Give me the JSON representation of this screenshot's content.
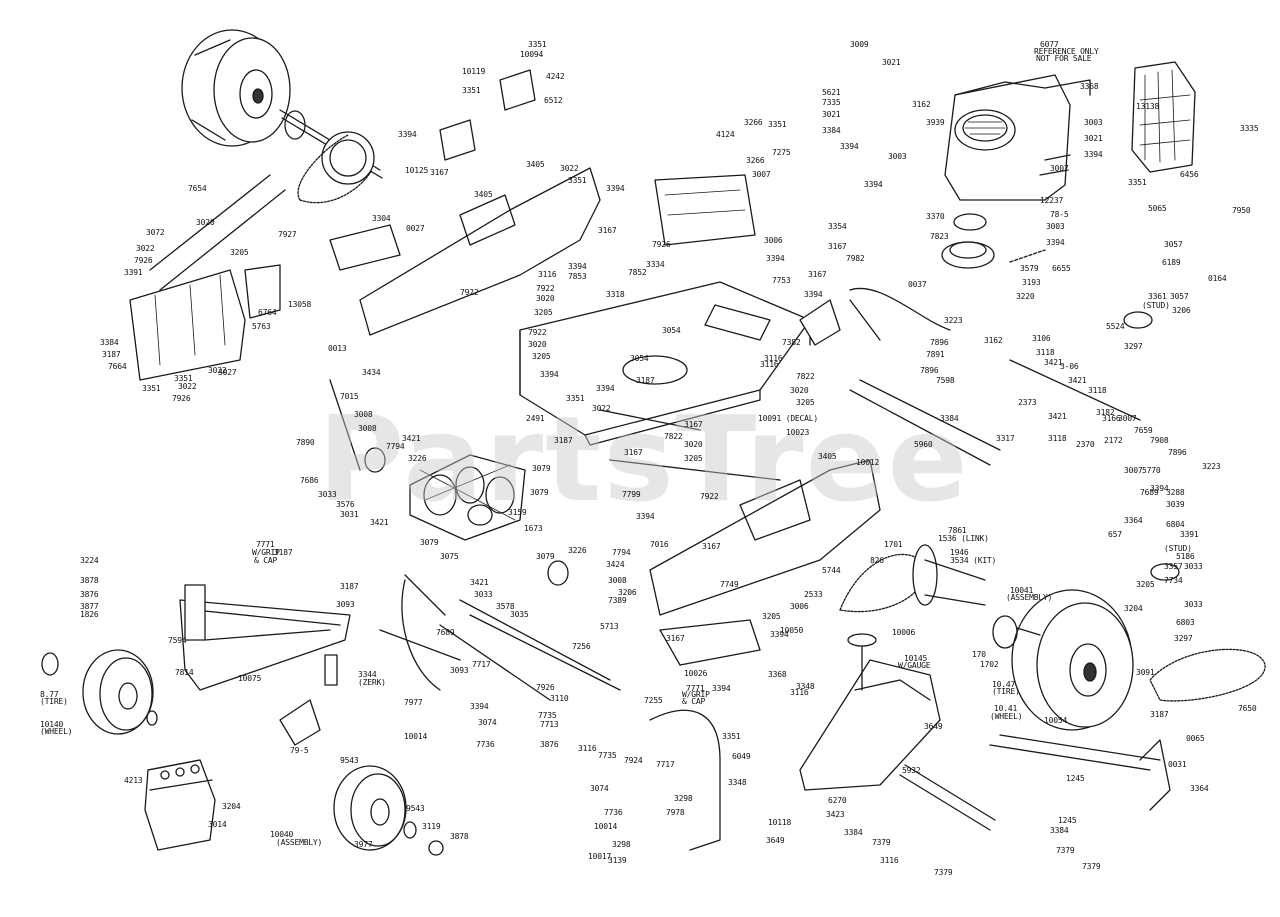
{
  "watermark": "PartsTree",
  "callouts": [
    "3351",
    "10094",
    "4242",
    "6512",
    "10119",
    "3351",
    "3394",
    "10125",
    "3167",
    "7654",
    "3020",
    "3072",
    "3022",
    "7926",
    "3391",
    "3384",
    "3187",
    "7664",
    "3351",
    "3022",
    "3022",
    "3351",
    "7926",
    "3205",
    "7927",
    "6764",
    "13058",
    "5763",
    "3027",
    "0013",
    "3304",
    "0027",
    "3405",
    "3405",
    "3022",
    "3351",
    "3394",
    "3167",
    "7922",
    "3266",
    "3351",
    "4124",
    "3266",
    "3007",
    "7275",
    "3009",
    "3021",
    "6077",
    "REFERENCE ONLY",
    "NOT FOR SALE",
    "3368",
    "5621",
    "7335",
    "3021",
    "3384",
    "3394",
    "3162",
    "3939",
    "13138",
    "3335",
    "3003",
    "3021",
    "3394",
    "3003",
    "3394",
    "3007",
    "3351",
    "6456",
    "12237",
    "3370",
    "7823",
    "78-5",
    "3003",
    "3394",
    "3579",
    "6655",
    "3193",
    "3220",
    "5065",
    "7950",
    "3057",
    "6189",
    "0164",
    "3057",
    "3361",
    "(STUD)",
    "3206",
    "5524",
    "3297",
    "7926",
    "3394",
    "7853",
    "7852",
    "3334",
    "3116",
    "7922",
    "3020",
    "3205",
    "3318",
    "3006",
    "3394",
    "7982",
    "3354",
    "3167",
    "7753",
    "3167",
    "3394",
    "0037",
    "3223",
    "7382",
    "7896",
    "7891",
    "7896",
    "7598",
    "3162",
    "3106",
    "3118",
    "3421",
    "2373",
    "3-06",
    "3421",
    "3118",
    "3182",
    "3166",
    "3007",
    "3421",
    "3118",
    "2370",
    "2172",
    "7659",
    "7908",
    "7896",
    "3223",
    "3007",
    "5770",
    "7922",
    "3020",
    "3205",
    "3054",
    "3054",
    "3187",
    "3116",
    "7822",
    "3020",
    "3205",
    "3394",
    "2491",
    "3351",
    "3022",
    "3394",
    "7822",
    "3187",
    "3167",
    "10091 (DECAL)",
    "10023",
    "3167",
    "3020",
    "3205",
    "3116",
    "3384",
    "3317",
    "5960",
    "3434",
    "7015",
    "3008",
    "3008",
    "7890",
    "3421",
    "7794",
    "3226",
    "7686",
    "3033",
    "3576",
    "3031",
    "3421",
    "3079",
    "3079",
    "3079",
    "3075",
    "3079",
    "1673",
    "3159",
    "7799",
    "3394",
    "3405",
    "10012",
    "7922",
    "3394",
    "7689",
    "3288",
    "3039",
    "3364",
    "657",
    "6804",
    "3391",
    "(STUD)",
    "5186",
    "3357",
    "3033",
    "7734",
    "3205",
    "3204",
    "3033",
    "6803",
    "3297",
    "3224",
    "3878",
    "3876",
    "3877",
    "1826",
    "3187",
    "3187",
    "7771",
    "W/GRIP",
    "& CAP",
    "3093",
    "7594",
    "10075",
    "3344",
    "(ZERK)",
    "8.77",
    "(TIRE)",
    "10140",
    "(WHEEL)",
    "7814",
    "7689",
    "3093",
    "7717",
    "7977",
    "3394",
    "3074",
    "7736",
    "10014",
    "7926",
    "3110",
    "7735",
    "7713",
    "3226",
    "7794",
    "3424",
    "3421",
    "3033",
    "3578",
    "3035",
    "3008",
    "7389",
    "5713",
    "3206",
    "7016",
    "3167",
    "7256",
    "7255",
    "7749",
    "2533",
    "3006",
    "3205",
    "3394",
    "5744",
    "826",
    "1701",
    "7861",
    "1536 (LINK)",
    "1946",
    "3534 (KIT)",
    "10041",
    "(ASSEMBLY)",
    "170",
    "1702",
    "10.47",
    "(TIRE)",
    "10.41",
    "(WHEEL)",
    "3091",
    "7650",
    "10006",
    "10145",
    "W/GAUGE",
    "3649",
    "3167",
    "10026",
    "10050",
    "3368",
    "3348",
    "3394",
    "3116",
    "3351",
    "6049",
    "3348",
    "3876",
    "3116",
    "7735",
    "7924",
    "7717",
    "3074",
    "7736",
    "7771",
    "W/GRIP",
    "& CAP",
    "3298",
    "7978",
    "10014",
    "3298",
    "10017",
    "3139",
    "4213",
    "3204",
    "3014",
    "79-5",
    "9543",
    "9543",
    "3119",
    "3878",
    "10040",
    "(ASSEMBLY)",
    "3977",
    "10118",
    "6270",
    "3423",
    "3649",
    "5932",
    "3384",
    "7379",
    "3116",
    "7379",
    "10054",
    "1245",
    "3187",
    "0031",
    "0065",
    "3364",
    "1245",
    "7379",
    "3384",
    "7379"
  ]
}
